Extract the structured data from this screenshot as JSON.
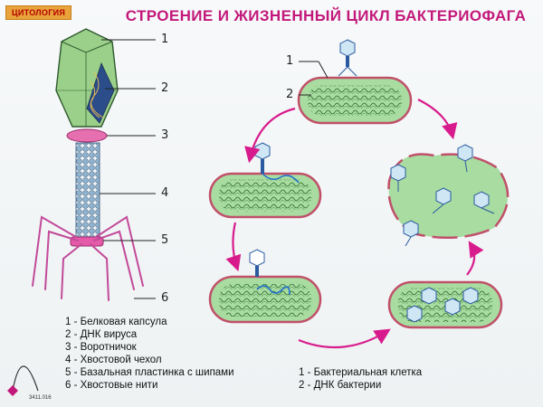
{
  "badge": "ЦИТОЛОГИЯ",
  "title": "СТРОЕНИЕ И ЖИЗНЕННЫЙ ЦИКЛ БАКТЕРИОФАГА",
  "phage_markers": [
    "1",
    "2",
    "3",
    "4",
    "5",
    "6"
  ],
  "cell_markers": [
    "1",
    "2"
  ],
  "legend_phage": [
    "1 - Белковая капсула",
    "2 - ДНК вируса",
    "3 - Воротничок",
    "4 - Хвостовой чехол",
    "5 - Базальная пластинка с шипами",
    "6 - Хвостовые нити"
  ],
  "legend_cell": [
    "1 -  Бактериальная клетка",
    "2 - ДНК бактерии"
  ],
  "catalog_code": "3411.016",
  "colors": {
    "title": "#c2187a",
    "cell_fill": "#a8dca0",
    "cell_border": "#c0506a",
    "arrow": "#d81b8c",
    "capsid": "#9bd08a",
    "sheath": "#7fa6c6",
    "fibers": "#c24a9a"
  }
}
